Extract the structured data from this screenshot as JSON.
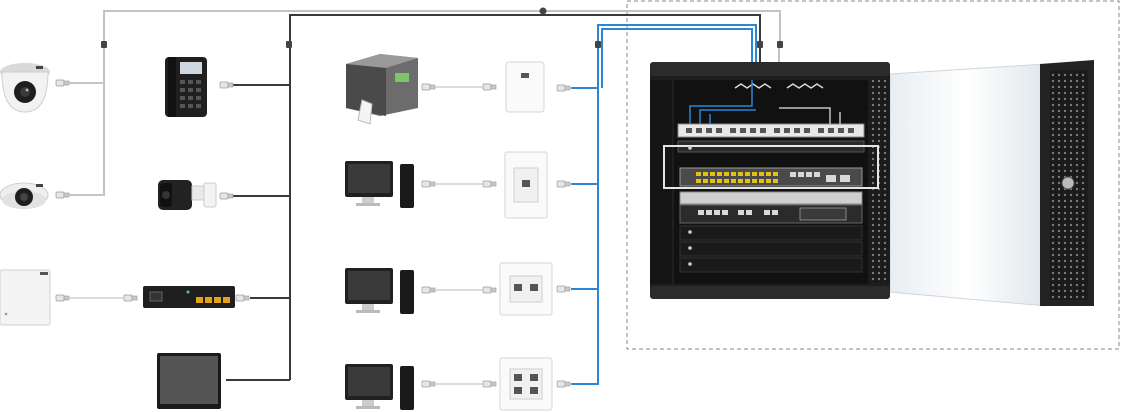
{
  "diagram": {
    "type": "network-cabling-diagram",
    "colors": {
      "gray_cable": "#bdbdbd",
      "dark_cable": "#333333",
      "blue_cable": "#2b86d6",
      "rack_body": "#1e1e1e",
      "frame_dash": "#8a8a8a"
    },
    "nodes": [
      {
        "id": "dome-camera",
        "icon": "dome-camera-icon"
      },
      {
        "id": "fisheye-camera",
        "icon": "fisheye-camera-icon"
      },
      {
        "id": "wireless-ap",
        "icon": "access-point-icon"
      },
      {
        "id": "ip-phone",
        "icon": "ip-phone-icon"
      },
      {
        "id": "bullet-camera",
        "icon": "bullet-camera-icon"
      },
      {
        "id": "poe-switch",
        "icon": "poe-switch-icon"
      },
      {
        "id": "display",
        "icon": "display-icon"
      },
      {
        "id": "label-printer",
        "icon": "label-printer-icon"
      },
      {
        "id": "desktop-1",
        "icon": "desktop-computer-icon"
      },
      {
        "id": "desktop-2",
        "icon": "desktop-computer-icon"
      },
      {
        "id": "desktop-3",
        "icon": "desktop-computer-icon"
      },
      {
        "id": "wall-jack-1",
        "icon": "wall-plate-icon"
      },
      {
        "id": "wall-jack-2",
        "icon": "wall-plate-icon"
      },
      {
        "id": "wall-jack-3",
        "icon": "wall-plate-icon"
      },
      {
        "id": "wall-jack-4",
        "icon": "wall-plate-icon"
      },
      {
        "id": "network-rack",
        "icon": "server-rack-icon"
      }
    ],
    "links": [
      {
        "from": "dome-camera",
        "to": "network-rack",
        "cable": "gray"
      },
      {
        "from": "fisheye-camera",
        "to": "network-rack",
        "cable": "gray"
      },
      {
        "from": "ip-phone",
        "to": "network-rack",
        "cable": "dark"
      },
      {
        "from": "bullet-camera",
        "to": "network-rack",
        "cable": "dark"
      },
      {
        "from": "poe-switch",
        "to": "network-rack",
        "cable": "dark"
      },
      {
        "from": "display",
        "to": "network-rack",
        "cable": "dark"
      },
      {
        "from": "wall-jack-1",
        "to": "network-rack",
        "cable": "blue"
      },
      {
        "from": "wall-jack-2",
        "to": "network-rack",
        "cable": "blue"
      },
      {
        "from": "wall-jack-3",
        "to": "network-rack",
        "cable": "blue"
      },
      {
        "from": "wall-jack-4",
        "to": "network-rack",
        "cable": "blue"
      }
    ]
  }
}
